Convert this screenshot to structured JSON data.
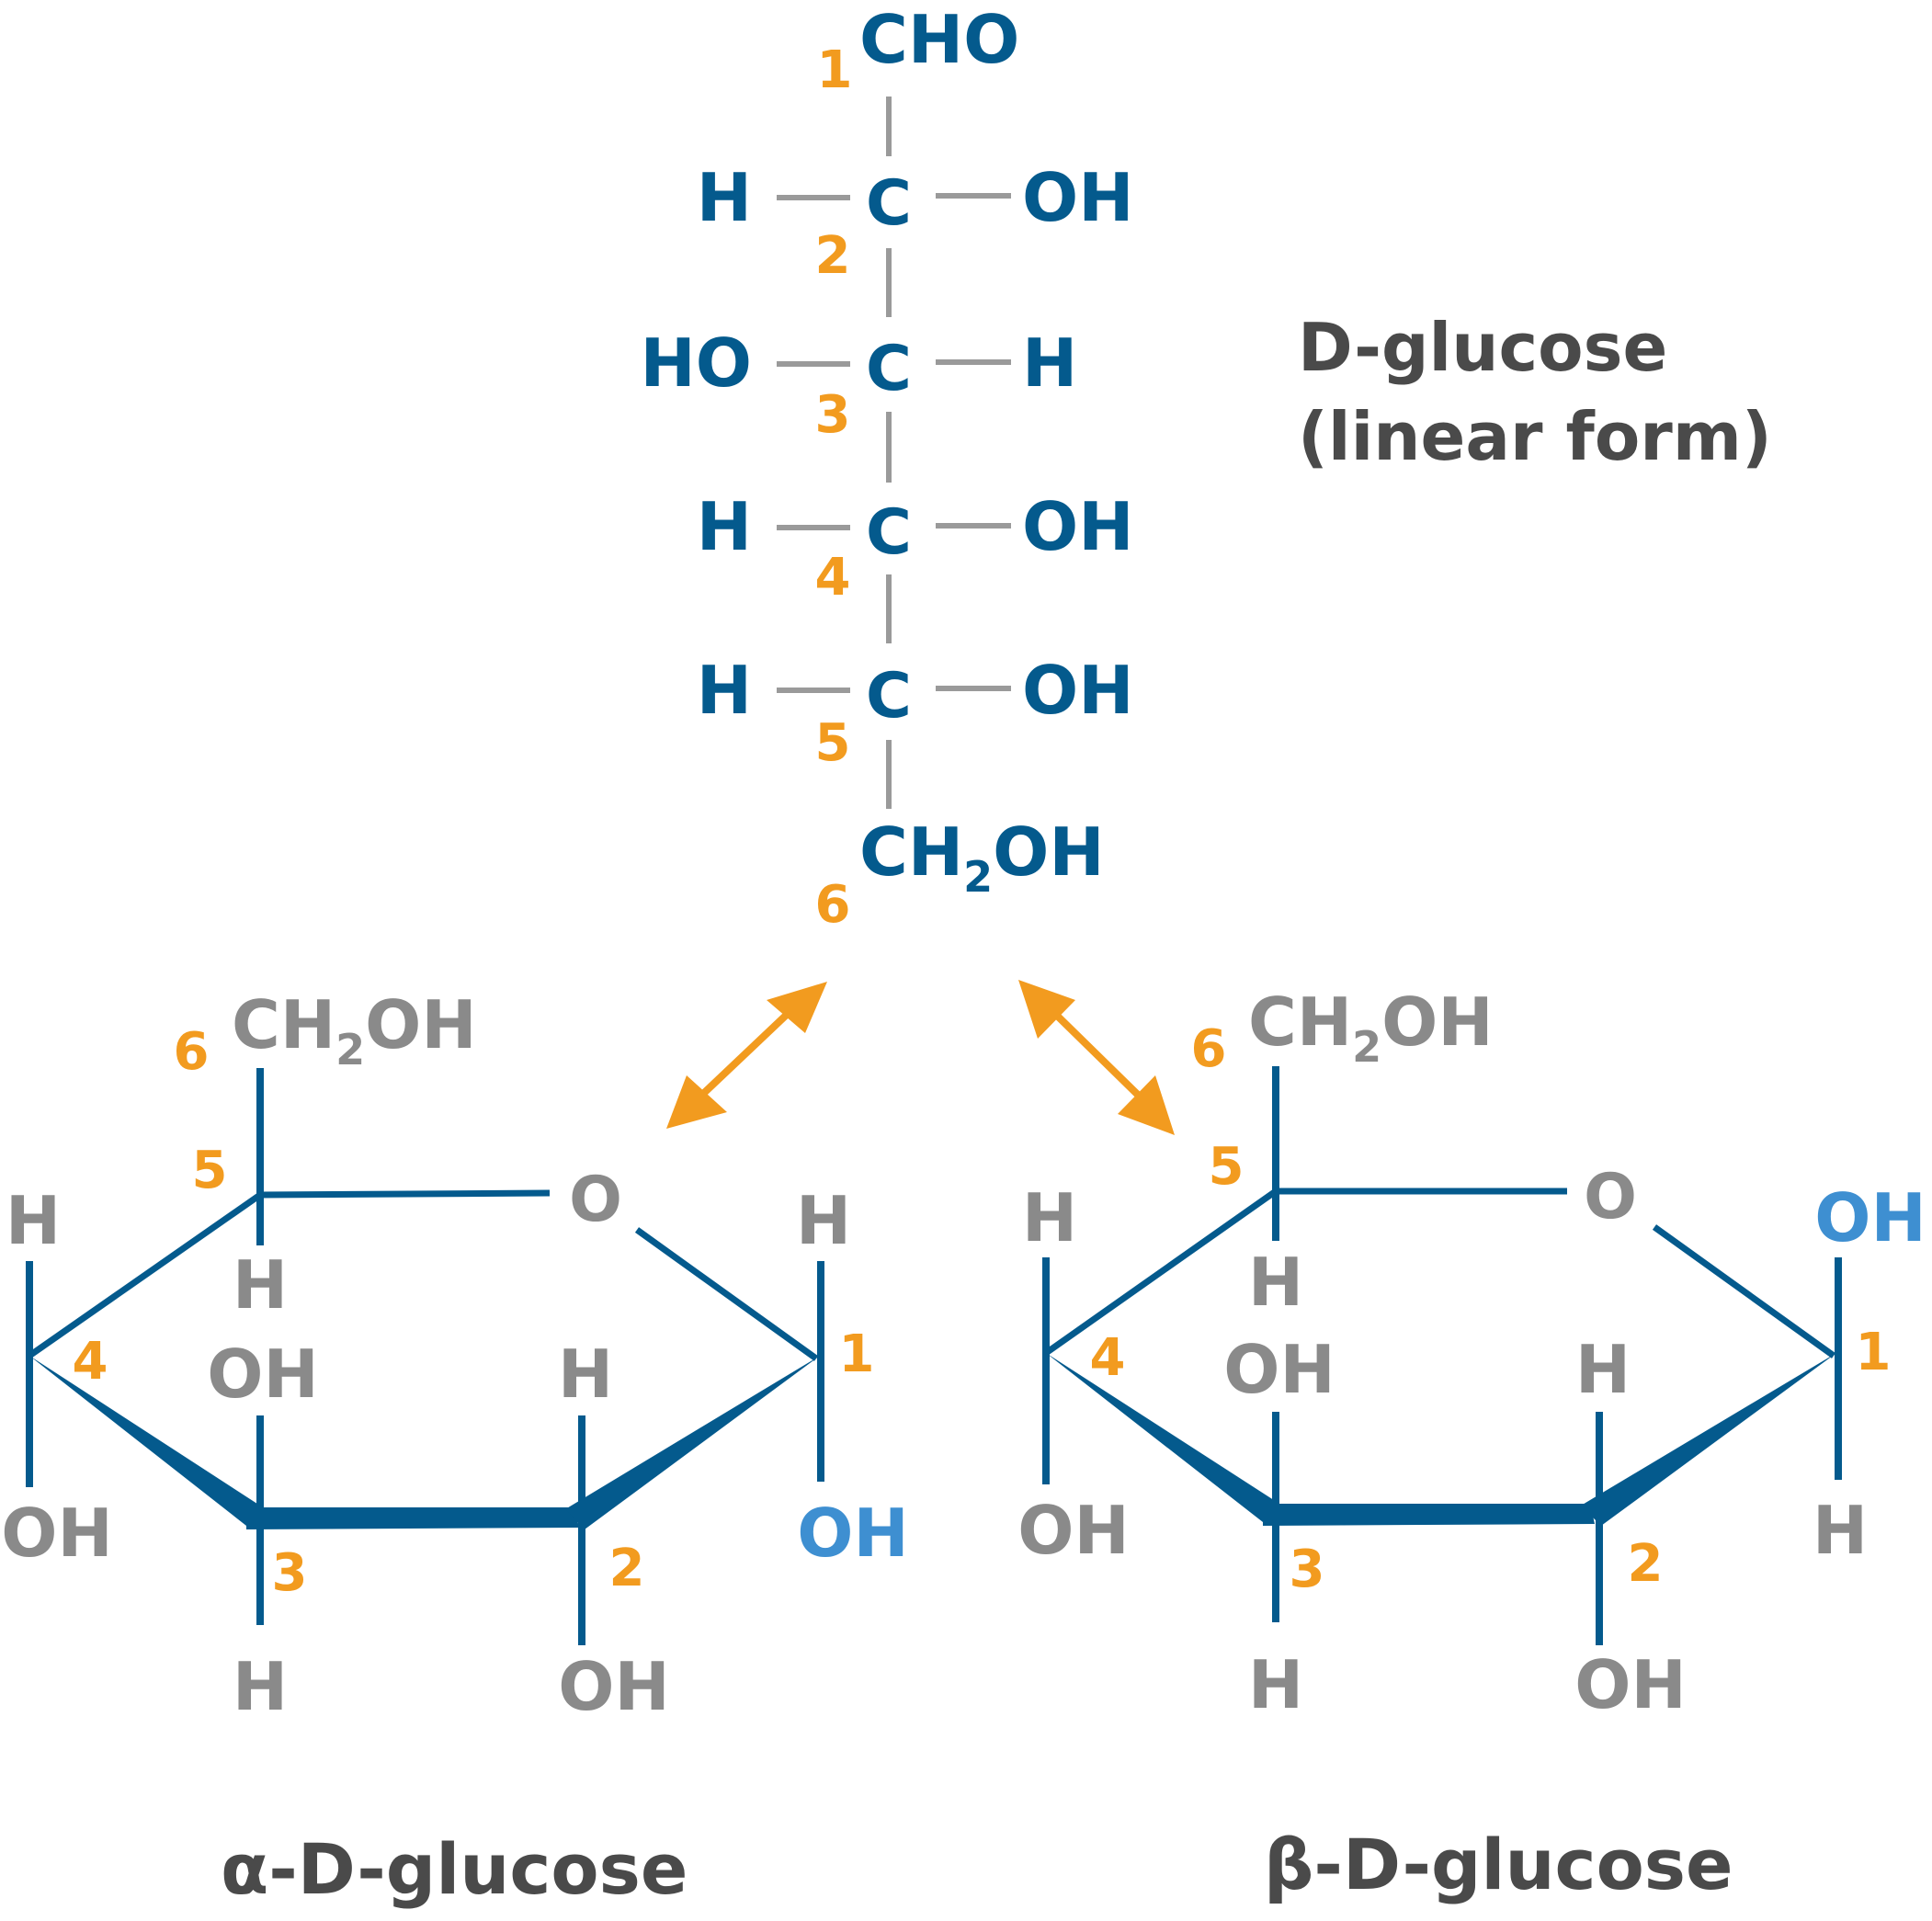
{
  "colors": {
    "dark_blue": "#045a8d",
    "gray": "#8a8a8a",
    "light_blue": "#3e8fd1",
    "orange": "#f29b1f",
    "title_gray": "#4a4a4a"
  },
  "linear": {
    "top_group": "CHO",
    "bottom_group_part1": "CH",
    "bottom_group_sub": "2",
    "bottom_group_part2": "OH",
    "carbon": "C",
    "rows": [
      {
        "left": "H",
        "right": "OH"
      },
      {
        "left": "HO",
        "right": "H"
      },
      {
        "left": "H",
        "right": "OH"
      },
      {
        "left": "H",
        "right": "OH"
      }
    ],
    "numbers": [
      "1",
      "2",
      "3",
      "4",
      "5",
      "6"
    ],
    "title_line1": "D-glucose",
    "title_line2": "(linear form)"
  },
  "alpha": {
    "title": "α-D-glucose",
    "ring_oxygen": "O",
    "ch2oh_part1": "CH",
    "ch2oh_sub": "2",
    "ch2oh_part2": "OH",
    "c5_down": "H",
    "c4_up": "H",
    "c4_down": "OH",
    "c3_up": "OH",
    "c3_down": "H",
    "c2_up": "H",
    "c2_down": "OH",
    "c1_up": "H",
    "c1_down": "OH",
    "numbers": {
      "c1": "1",
      "c2": "2",
      "c3": "3",
      "c4": "4",
      "c5": "5",
      "c6": "6"
    }
  },
  "beta": {
    "title": "β-D-glucose",
    "ring_oxygen": "O",
    "ch2oh_part1": "CH",
    "ch2oh_sub": "2",
    "ch2oh_part2": "OH",
    "c5_down": "H",
    "c4_up": "H",
    "c4_down": "OH",
    "c3_up": "OH",
    "c3_down": "H",
    "c2_up": "H",
    "c2_down": "OH",
    "c1_up": "OH",
    "c1_down": "H",
    "numbers": {
      "c1": "1",
      "c2": "2",
      "c3": "3",
      "c4": "4",
      "c5": "5",
      "c6": "6"
    }
  }
}
